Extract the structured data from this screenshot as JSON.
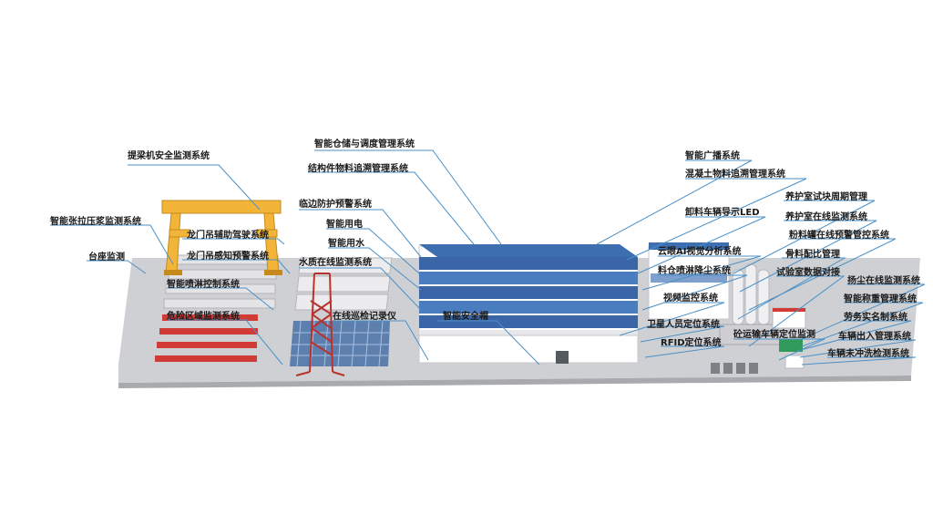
{
  "labels": {
    "tiliangji": "提梁机安全监测系统",
    "zhangla": "智能张拉压浆监测系统",
    "taizuo": "台座监测",
    "longmen_fuzhu": "龙门吊辅助驾驶系统",
    "longmen_ganzhi": "龙门吊感知预警系统",
    "penlin": "智能喷淋控制系统",
    "weixian": "危险区域监测系统",
    "cangchu": "智能仓储与调度管理系统",
    "jiegoujian": "结构件物料追溯管理系统",
    "linbian": "临边防护预警系统",
    "yongdian": "智能用电",
    "yongshui": "智能用水",
    "shuizhi": "水质在线监测系统",
    "xunjian": "在线巡检记录仪",
    "anquanmao": "智能安全帽",
    "guangbo": "智能广播系统",
    "hunningtu": "混凝土物料追溯管理系统",
    "xieliao": "卸料车辆导示LED",
    "yunyan": "云眼AI视觉分析系统",
    "liaocang": "料仓喷淋降尘系统",
    "shipin": "视频监控系统",
    "weixing": "卫星人员定位系统",
    "rfid": "RFID定位系统",
    "yanghu_zhouqi": "养护室试块周期管理",
    "yanghu_zaixian": "养护室在线监测系统",
    "fenliaoguan": "粉料罐在线预警管控系统",
    "guliao": "骨料配比管理",
    "shiyanshi": "试验室数据对接",
    "yangchen": "扬尘在线监测系统",
    "chengzhong": "智能称重管理系统",
    "laowu": "劳务实名制系统",
    "chelian": "砼运输车辆定位监测",
    "churu": "车辆出入管理系统",
    "chongxi": "车辆未冲洗检测系统"
  },
  "colors": {
    "leader": "#4a90c8",
    "roof": "#3d6fb0",
    "crane_yellow": "#f2b53a",
    "crane_red": "#b8322e",
    "ground": "#cfcfd2"
  }
}
